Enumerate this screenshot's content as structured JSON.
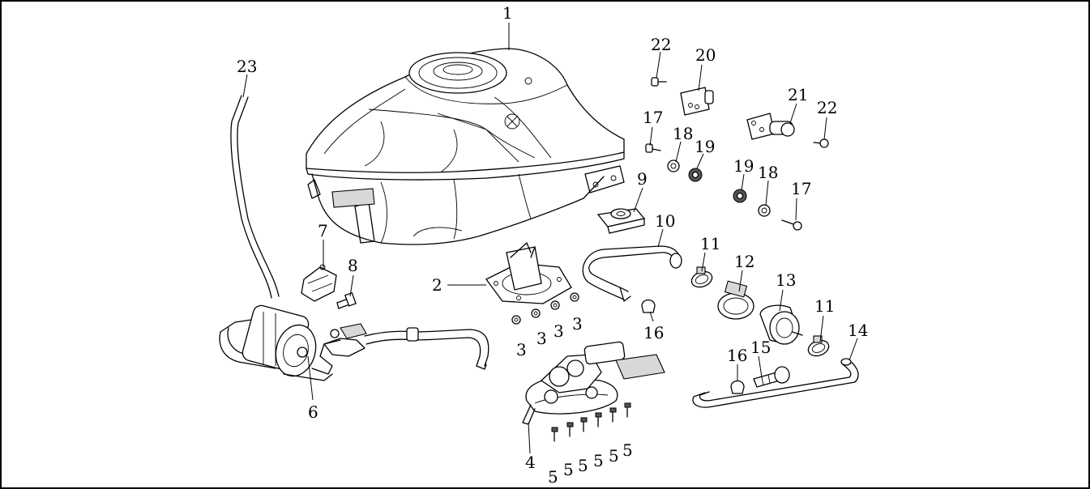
{
  "diagram": {
    "frame_color": "#000000",
    "background": "#ffffff",
    "callouts": {
      "c1": "1",
      "c2": "2",
      "c3a": "3",
      "c3b": "3",
      "c3c": "3",
      "c3d": "3",
      "c4": "4",
      "c5a": "5",
      "c5b": "5",
      "c5c": "5",
      "c5d": "5",
      "c5e": "5",
      "c5f": "5",
      "c6": "6",
      "c7": "7",
      "c8": "8",
      "c9": "9",
      "c10": "10",
      "c11a": "11",
      "c11b": "11",
      "c12": "12",
      "c13": "13",
      "c14": "14",
      "c15": "15",
      "c16a": "16",
      "c16b": "16",
      "c17a": "17",
      "c17b": "17",
      "c18a": "18",
      "c18b": "18",
      "c19a": "19",
      "c19b": "19",
      "c20": "20",
      "c21": "21",
      "c22a": "22",
      "c22b": "22",
      "c23": "23"
    }
  }
}
